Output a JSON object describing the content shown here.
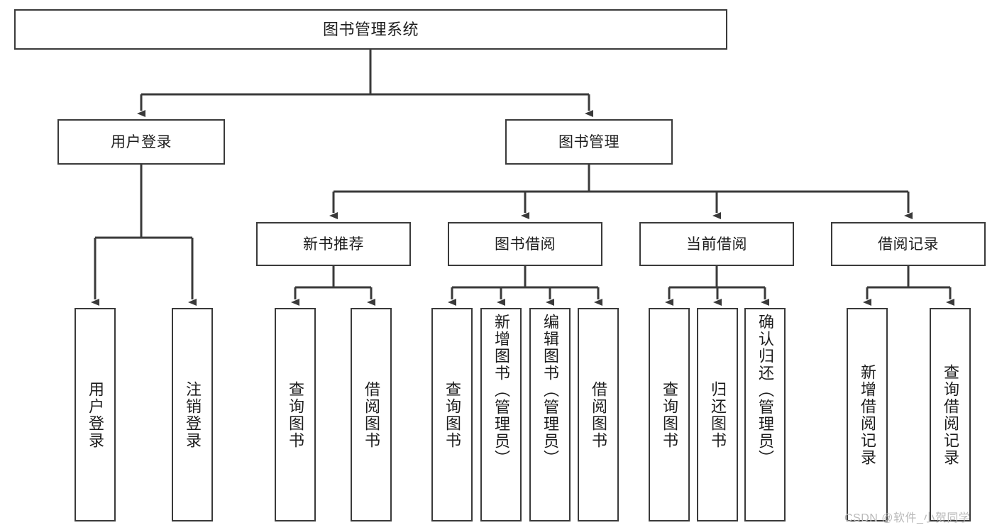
{
  "diagram": {
    "title": "图书管理系统",
    "type": "hierarchy-tree",
    "root": {
      "label": "图书管理系统"
    },
    "level2": [
      {
        "label": "用户登录"
      },
      {
        "label": "图书管理"
      }
    ],
    "level3": [
      {
        "label": "新书推荐"
      },
      {
        "label": "图书借阅"
      },
      {
        "label": "当前借阅"
      },
      {
        "label": "借阅记录"
      }
    ],
    "leaves": {
      "user_login": [
        {
          "label": "用户登录"
        },
        {
          "label": "注销登录"
        }
      ],
      "new_book_recommend": [
        {
          "label": "查询图书"
        },
        {
          "label": "借阅图书"
        }
      ],
      "book_borrow": [
        {
          "label": "查询图书"
        },
        {
          "label": "新增图书（管理员）"
        },
        {
          "label": "编辑图书（管理员）"
        },
        {
          "label": "借阅图书"
        }
      ],
      "current_borrow": [
        {
          "label": "查询图书"
        },
        {
          "label": "归还图书"
        },
        {
          "label": "确认归还（管理员）"
        }
      ],
      "borrow_record": [
        {
          "label": "新增借阅记录"
        },
        {
          "label": "查询借阅记录"
        }
      ]
    }
  },
  "watermark": {
    "text": "CSDN @软件_小贺同学"
  },
  "colors": {
    "stroke": "#3a3a3a",
    "background": "#ffffff",
    "text": "#1d1d1d",
    "watermark": "#b9b9b9"
  }
}
